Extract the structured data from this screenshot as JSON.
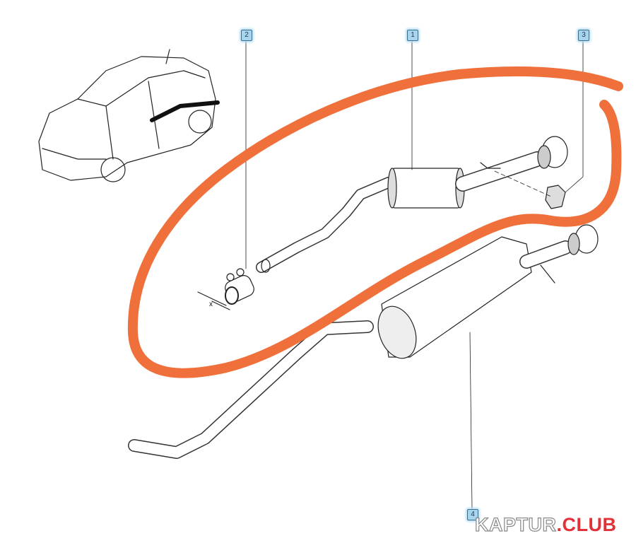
{
  "callouts": [
    {
      "label": "1"
    },
    {
      "label": "2"
    },
    {
      "label": "3"
    },
    {
      "label": "4"
    }
  ],
  "dimension_label": "x",
  "watermark": {
    "part1": "KAPTUR",
    "part2": ".CLUB"
  },
  "colors": {
    "annotation_stroke": "#f0703c",
    "callout_fill": "#a9d4ee",
    "watermark_accent": "#e03238"
  }
}
